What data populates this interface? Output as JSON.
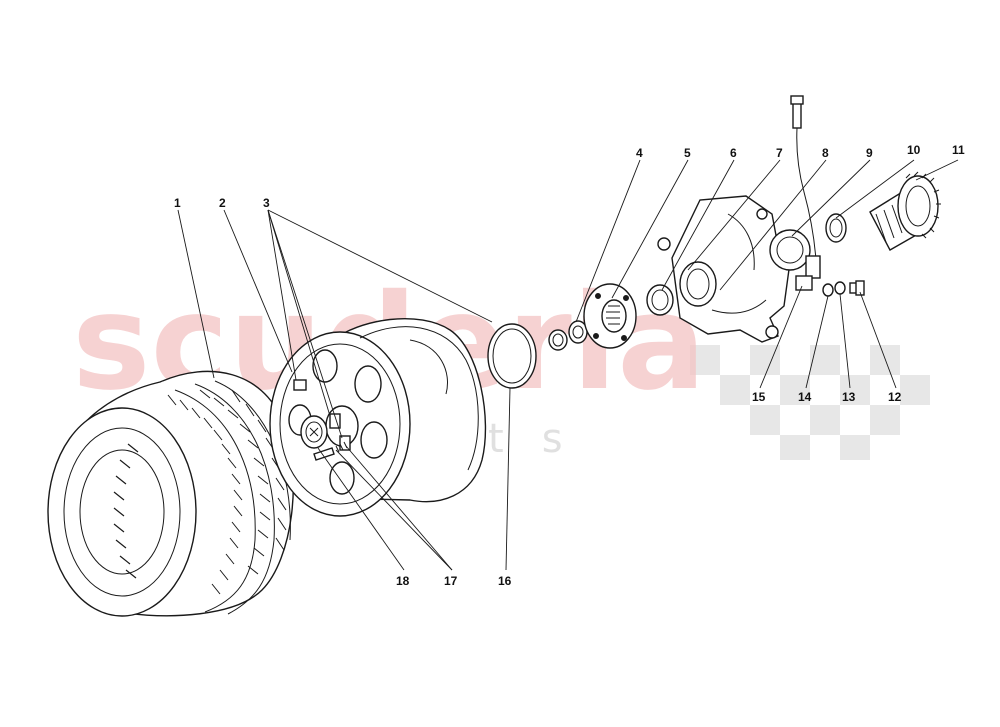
{
  "watermark": {
    "brand": "scuderia",
    "tagline": "car parts",
    "color": "#f3c4c4"
  },
  "callouts": [
    {
      "id": "1",
      "text": "1"
    },
    {
      "id": "2",
      "text": "2"
    },
    {
      "id": "3",
      "text": "3"
    },
    {
      "id": "4",
      "text": "4"
    },
    {
      "id": "5",
      "text": "5"
    },
    {
      "id": "6",
      "text": "6"
    },
    {
      "id": "7",
      "text": "7"
    },
    {
      "id": "8",
      "text": "8"
    },
    {
      "id": "9",
      "text": "9"
    },
    {
      "id": "10",
      "text": "10"
    },
    {
      "id": "11",
      "text": "11"
    },
    {
      "id": "12",
      "text": "12"
    },
    {
      "id": "13",
      "text": "13"
    },
    {
      "id": "14",
      "text": "14"
    },
    {
      "id": "15",
      "text": "15"
    },
    {
      "id": "16",
      "text": "16"
    },
    {
      "id": "17",
      "text": "17"
    },
    {
      "id": "18",
      "text": "18"
    }
  ]
}
